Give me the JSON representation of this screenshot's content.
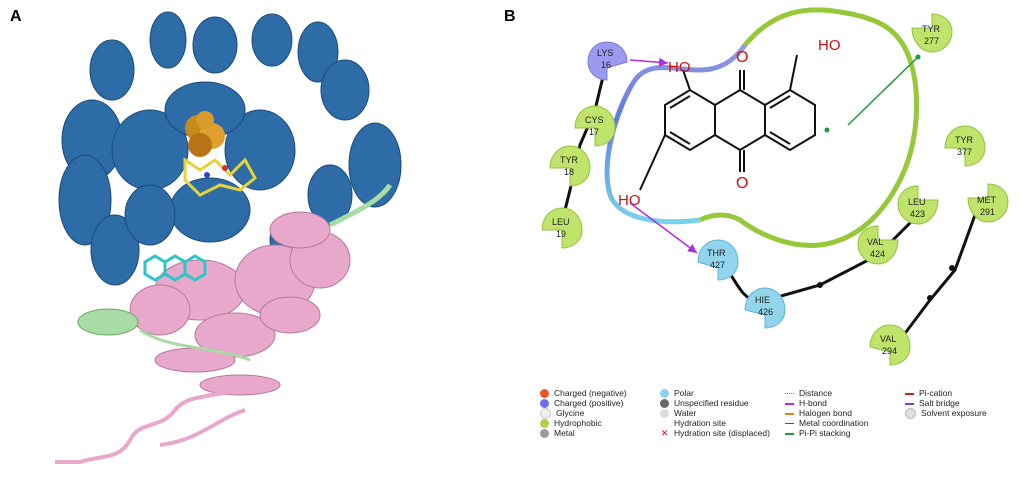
{
  "panels": {
    "a": {
      "label": "A"
    },
    "b": {
      "label": "B"
    }
  },
  "colors": {
    "helix_blue": "#2e6ca8",
    "helix_pink": "#e8a8cc",
    "helix_green": "#a9dca5",
    "ligand_cyan": "#2cc6c6",
    "cofactor_yellow": "#e6d33a",
    "sphere_orange": "#c98a1c",
    "hydrophobic": "#a9d642",
    "polar": "#8fd2ea",
    "positive": "#8f8ef0",
    "pocket_line": "#96c83a",
    "hbond": "#b02ce0",
    "pipi": "#1f9a3a"
  },
  "ligand": {
    "atoms": {
      "oh_top_left": "HO",
      "o_top": "O",
      "oh_top_right": "HO",
      "oh_bottom": "HO",
      "o_bottom": "O"
    }
  },
  "residues": [
    {
      "name": "LYS",
      "num": "16",
      "type": "positive"
    },
    {
      "name": "CYS",
      "num": "17",
      "type": "hydrophobic"
    },
    {
      "name": "TYR",
      "num": "18",
      "type": "hydrophobic"
    },
    {
      "name": "LEU",
      "num": "19",
      "type": "hydrophobic"
    },
    {
      "name": "TYR",
      "num": "277",
      "type": "hydrophobic"
    },
    {
      "name": "TYR",
      "num": "377",
      "type": "hydrophobic"
    },
    {
      "name": "LEU",
      "num": "423",
      "type": "hydrophobic"
    },
    {
      "name": "VAL",
      "num": "424",
      "type": "hydrophobic"
    },
    {
      "name": "HIE",
      "num": "426",
      "type": "polar"
    },
    {
      "name": "THR",
      "num": "427",
      "type": "polar"
    },
    {
      "name": "MET",
      "num": "291",
      "type": "hydrophobic"
    },
    {
      "name": "VAL",
      "num": "294",
      "type": "hydrophobic"
    }
  ],
  "legend": {
    "col1": [
      "Charged (negative)",
      "Charged (positive)",
      "Glycine",
      "Hydrophobic",
      "Metal"
    ],
    "col2": [
      "Polar",
      "Unspecified residue",
      "Water",
      "Hydration site",
      "Hydration site (displaced)"
    ],
    "col3": [
      "Distance",
      "H-bond",
      "Halogen bond",
      "Metal coordination",
      "Pi-Pi stacking"
    ],
    "col4": [
      "Pi-cation",
      "Salt bridge",
      "Solvent exposure"
    ]
  }
}
